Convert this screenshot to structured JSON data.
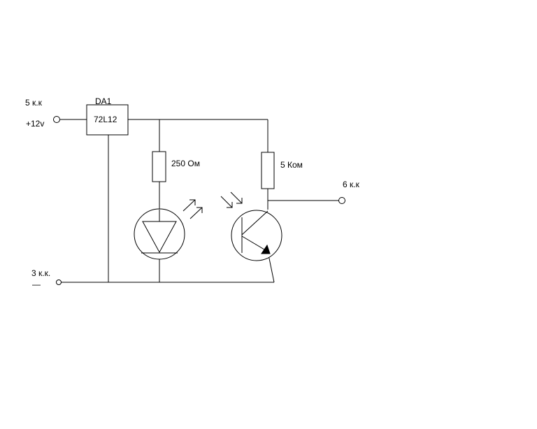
{
  "labels": {
    "pin5": "5 к.к",
    "supply": "+12v",
    "ic_name": "DA1",
    "ic_part": "72L12",
    "r1_value": "250 Ом",
    "r2_value": "5 Ком",
    "pin6": "6 к.к",
    "pin3": "3 к.к.",
    "ground_sign": "—"
  },
  "colors": {
    "ink": "#000000",
    "paper": "#ffffff"
  }
}
